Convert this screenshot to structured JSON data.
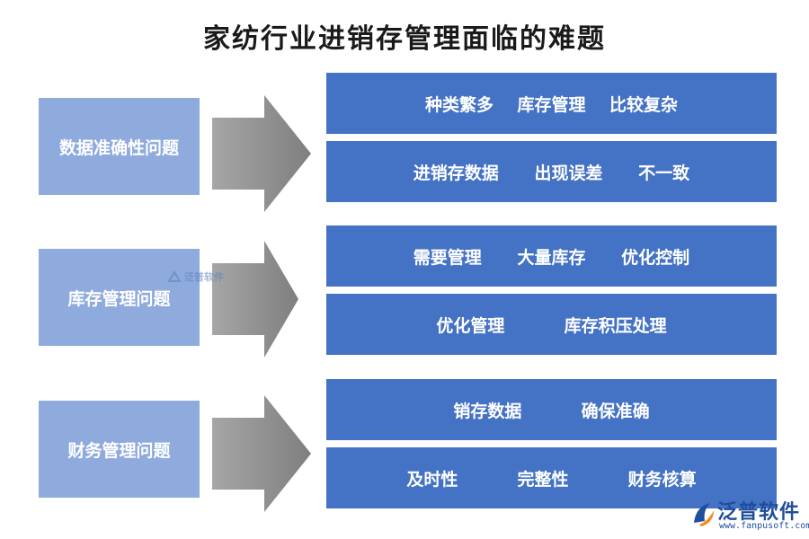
{
  "title": "家纺行业进销存管理面临的难题",
  "rows": [
    {
      "category": "数据准确性问题",
      "boxes": [
        "种类繁多    库存管理    比较复杂",
        "进销存数据      出现误差      不一致"
      ]
    },
    {
      "category": "库存管理问题",
      "boxes": [
        "需要管理      大量库存      优化控制",
        "优化管理          库存积压处理"
      ]
    },
    {
      "category": "财务管理问题",
      "boxes": [
        "销存数据          确保准确",
        "及时性          完整性          财务核算"
      ]
    }
  ],
  "watermark": {
    "small_text": "泛普软件",
    "logo_name": "泛普软件",
    "logo_url": "www.fanpusoft.com"
  },
  "colors": {
    "category_fill": "#8faadc",
    "box_fill": "#4472c4",
    "arrow_fill": "#8c8c8c"
  }
}
